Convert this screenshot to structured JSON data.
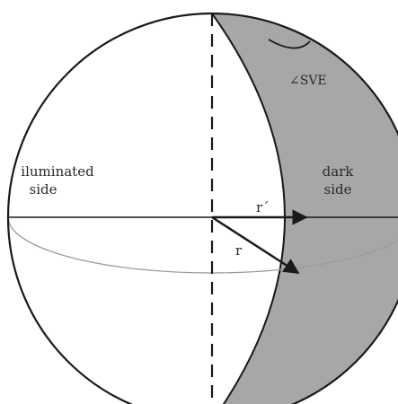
{
  "labels": {
    "illuminated_line1": "iluminated",
    "illuminated_line2": "side",
    "dark_line1": "dark",
    "dark_line2": "side",
    "angle": "∠SVE",
    "r_prime": "r´",
    "r": "r"
  },
  "colors": {
    "dark_side": "#a7a7a7",
    "outline": "#1a1a1a",
    "background": "#ffffff"
  }
}
